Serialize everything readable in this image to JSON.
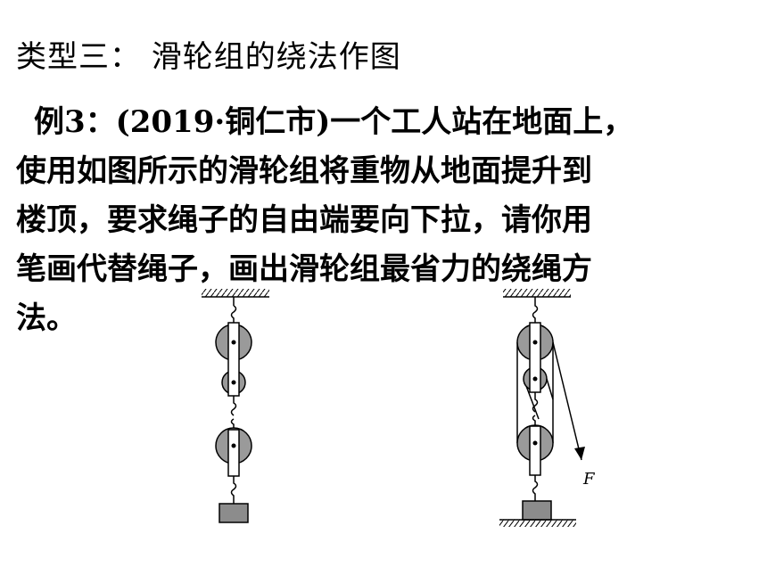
{
  "slide": {
    "title": "类型三： 滑轮组的绕法作图",
    "problem_lines": [
      "例3：(2019·铜仁市)一个工人站在地面上，",
      "使用如图所示的滑轮组将重物从地面提升到",
      "楼顶，要求绳子的自由端要向下拉，请你用",
      "笔画代替绳子，画出滑轮组最省力的绕绳方",
      "法。"
    ]
  },
  "figure_right": {
    "force_label": "F"
  },
  "colors": {
    "pulley_fill": "#9a9a9a",
    "weight_fill": "#8c8c8c",
    "line": "#000000"
  }
}
